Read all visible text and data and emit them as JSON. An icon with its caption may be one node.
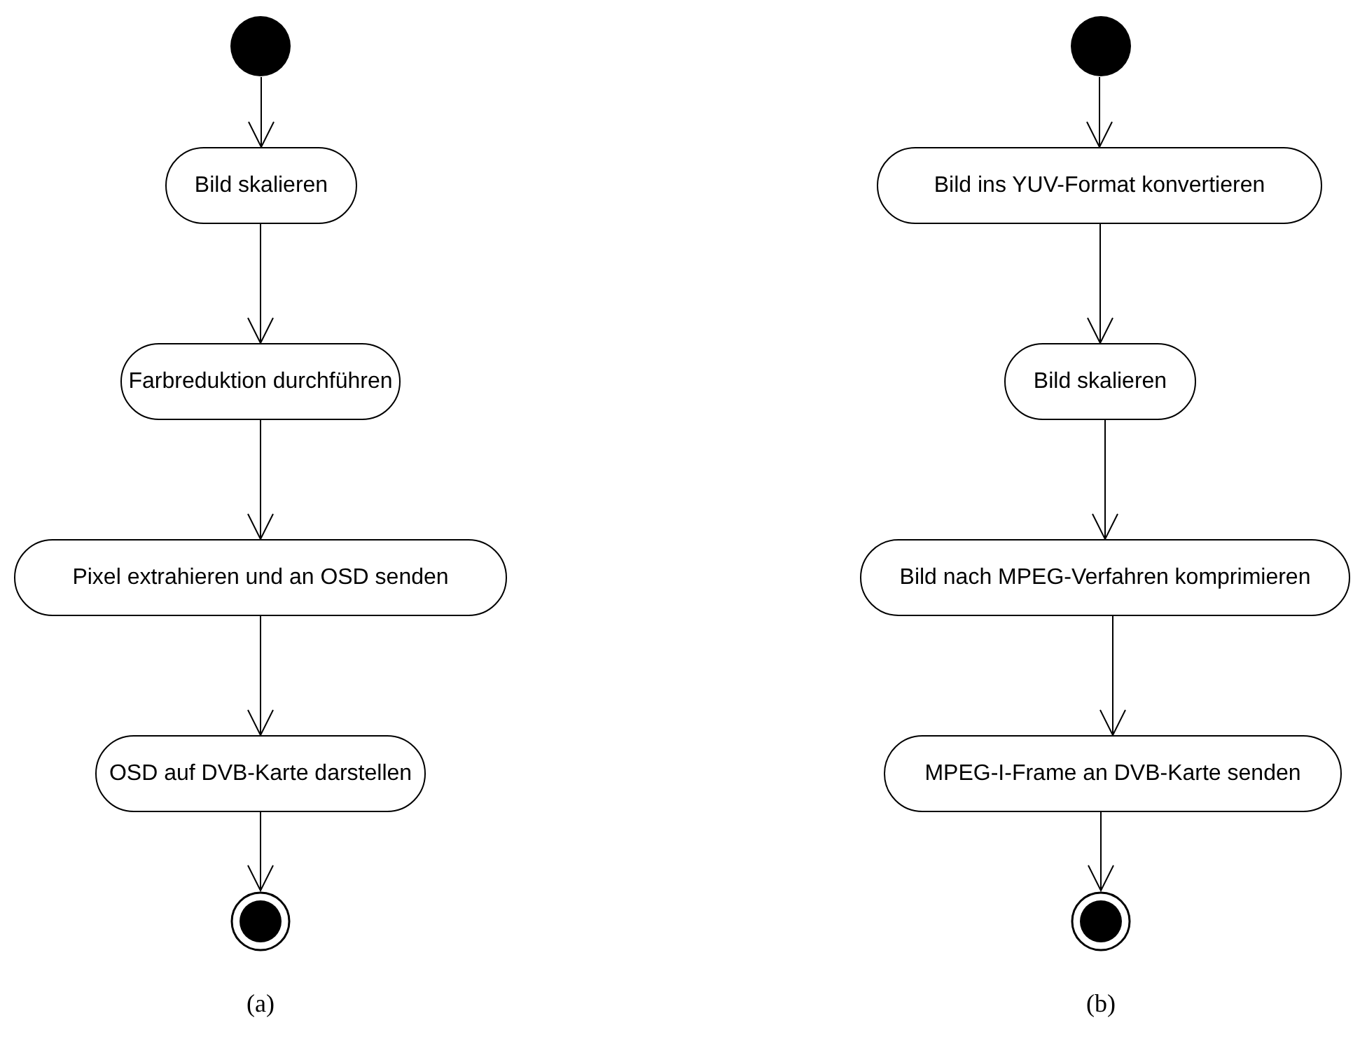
{
  "diagram": {
    "nodes": [
      {
        "text": [],
        "shape": "circle"
      },
      {
        "text": [
          "Bild skalieren"
        ]
      },
      {
        "text": [
          "Farbreduktion durchführen"
        ]
      },
      {
        "text": [
          "Pixel extrahieren und an OSD senden"
        ]
      },
      {
        "text": [
          "OSD auf DVB-Karte darstellen"
        ]
      },
      {
        "text": [],
        "shape": "bullseye"
      },
      {
        "text": [],
        "shape": "circle"
      },
      {
        "text": [
          "Bild ins YUV-Format konvertieren"
        ]
      },
      {
        "text": [
          "Bild skalieren"
        ]
      },
      {
        "text": [
          "Bild nach MPEG-Verfahren komprimieren"
        ]
      },
      {
        "text": [
          "MPEG-I-Frame an DVB-Karte senden"
        ]
      },
      {
        "text": [],
        "shape": "bullseye"
      }
    ],
    "edges": [
      {
        "from": 0,
        "to": 1,
        "arrow": "to"
      },
      {
        "from": 1,
        "to": 2,
        "arrow": "to"
      },
      {
        "from": 2,
        "to": 3,
        "arrow": "to"
      },
      {
        "from": 3,
        "to": 4,
        "arrow": "to"
      },
      {
        "from": 4,
        "to": 5,
        "arrow": "to"
      },
      {
        "from": 6,
        "to": 7,
        "arrow": "to"
      },
      {
        "from": 7,
        "to": 8,
        "arrow": "to"
      },
      {
        "from": 8,
        "to": 9,
        "arrow": "to"
      },
      {
        "from": 9,
        "to": 10,
        "arrow": "to"
      },
      {
        "from": 10,
        "to": 11,
        "arrow": "to"
      }
    ],
    "labels": [
      "(a)",
      "(b)"
    ]
  }
}
